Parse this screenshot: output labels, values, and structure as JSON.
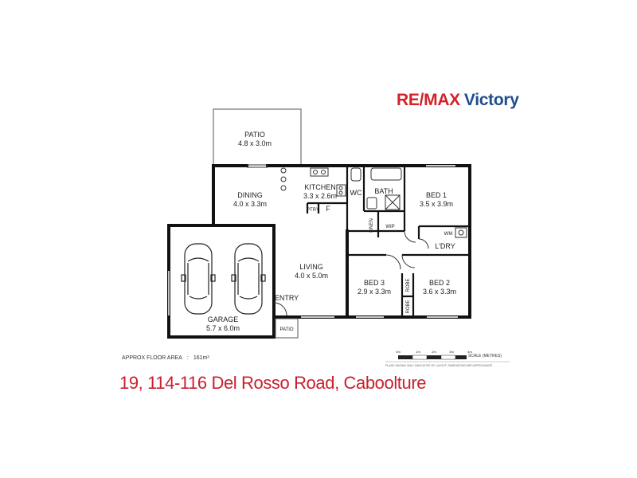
{
  "brand": {
    "logo_re": "RE",
    "logo_slash": "/",
    "logo_max": "MAX",
    "logo_office": "Victory",
    "color_red": "#d2232a",
    "color_blue": "#1f4e8c"
  },
  "rooms": {
    "patio_top": {
      "name": "PATIO",
      "size": "4.8 x 3.0m"
    },
    "dining": {
      "name": "DINING",
      "size": "4.0 x 3.3m"
    },
    "kitchen": {
      "name": "KITCHEN",
      "size": "3.3 x 2.6m"
    },
    "wc": {
      "name": "WC"
    },
    "bath": {
      "name": "BATH"
    },
    "bed1": {
      "name": "BED 1",
      "size": "3.5 x 3.9m"
    },
    "pantry": {
      "name": "PTRY"
    },
    "fridge": {
      "name": "F"
    },
    "linen": {
      "name": "LINEN"
    },
    "wip": {
      "name": "WIP"
    },
    "wm": {
      "name": "WM"
    },
    "laundry": {
      "name": "L'DRY"
    },
    "living": {
      "name": "LIVING",
      "size": "4.0 x 5.0m"
    },
    "bed3": {
      "name": "BED 3",
      "size": "2.9 x 3.3m"
    },
    "bed2": {
      "name": "BED 2",
      "size": "3.6 x 3.3m"
    },
    "robe_a": {
      "name": "ROBE"
    },
    "robe_b": {
      "name": "ROBE"
    },
    "entry": {
      "name": "ENTRY"
    },
    "garage": {
      "name": "GARAGE",
      "size": "5.7 x 6.0m"
    },
    "patio_small": {
      "name": "PATIO"
    }
  },
  "floor_area": {
    "label": "APPROX FLOOR AREA",
    "separator": ":",
    "value": "161m²"
  },
  "scale": {
    "ticks": [
      "0m",
      "1m",
      "2m",
      "3m",
      "4m"
    ],
    "label": "SCALE (METRES)",
    "note": "PLANS SHOWN ONLY INDICATIVE OF LAYOUT, DIMENSIONS ARE APPROXIMATE"
  },
  "address": "19, 114-116 Del Rosso Road, Caboolture"
}
